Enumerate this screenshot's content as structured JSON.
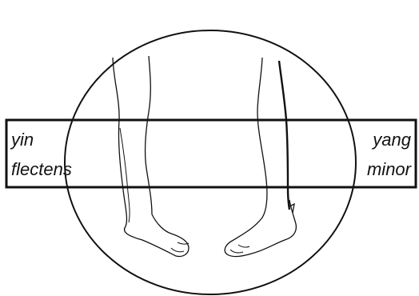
{
  "diagram": {
    "labels": {
      "left_top": "yin",
      "left_bottom": "flectens",
      "right_top": "yang",
      "right_bottom": "minor"
    },
    "colors": {
      "line": "#111111",
      "background": "#ffffff"
    }
  }
}
